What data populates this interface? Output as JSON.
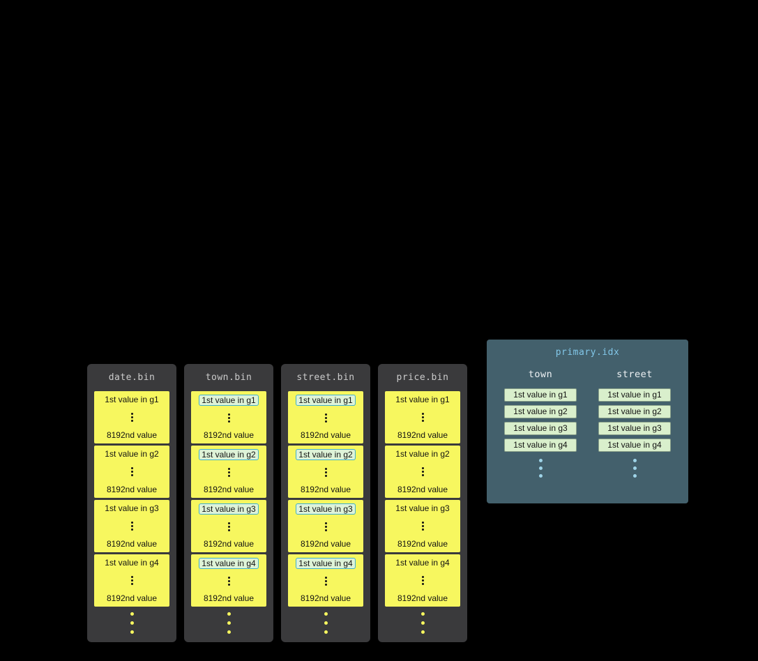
{
  "bins": [
    {
      "title": "date.bin",
      "highlighted": false,
      "granules": [
        {
          "first": "1st value in g1",
          "last": "8192nd value"
        },
        {
          "first": "1st value in g2",
          "last": "8192nd value"
        },
        {
          "first": "1st value in g3",
          "last": "8192nd value"
        },
        {
          "first": "1st value in g4",
          "last": "8192nd value"
        }
      ]
    },
    {
      "title": "town.bin",
      "highlighted": true,
      "granules": [
        {
          "first": "1st value in g1",
          "last": "8192nd value"
        },
        {
          "first": "1st value in g2",
          "last": "8192nd value"
        },
        {
          "first": "1st value in g3",
          "last": "8192nd value"
        },
        {
          "first": "1st value in g4",
          "last": "8192nd value"
        }
      ]
    },
    {
      "title": "street.bin",
      "highlighted": true,
      "granules": [
        {
          "first": "1st value in g1",
          "last": "8192nd value"
        },
        {
          "first": "1st value in g2",
          "last": "8192nd value"
        },
        {
          "first": "1st value in g3",
          "last": "8192nd value"
        },
        {
          "first": "1st value in g4",
          "last": "8192nd value"
        }
      ]
    },
    {
      "title": "price.bin",
      "highlighted": false,
      "granules": [
        {
          "first": "1st value in g1",
          "last": "8192nd value"
        },
        {
          "first": "1st value in g2",
          "last": "8192nd value"
        },
        {
          "first": "1st value in g3",
          "last": "8192nd value"
        },
        {
          "first": "1st value in g4",
          "last": "8192nd value"
        }
      ]
    }
  ],
  "index": {
    "title": "primary.idx",
    "columns": [
      {
        "header": "town",
        "entries": [
          "1st value in g1",
          "1st value in g2",
          "1st value in g3",
          "1st value in g4"
        ]
      },
      {
        "header": "street",
        "entries": [
          "1st value in g1",
          "1st value in g2",
          "1st value in g3",
          "1st value in g4"
        ]
      }
    ]
  },
  "colors": {
    "background": "#000000",
    "bin_background": "#3a3a3c",
    "bin_title_text": "#cccccc",
    "granule_yellow": "#f7f75f",
    "highlight_fill": "#def3d8",
    "highlight_border": "#3fb0cc",
    "index_panel_background": "#43606c",
    "index_title_text": "#82c7e8",
    "index_entry_fill": "#d9efcc",
    "index_dot_blue": "#9fd4e8"
  }
}
